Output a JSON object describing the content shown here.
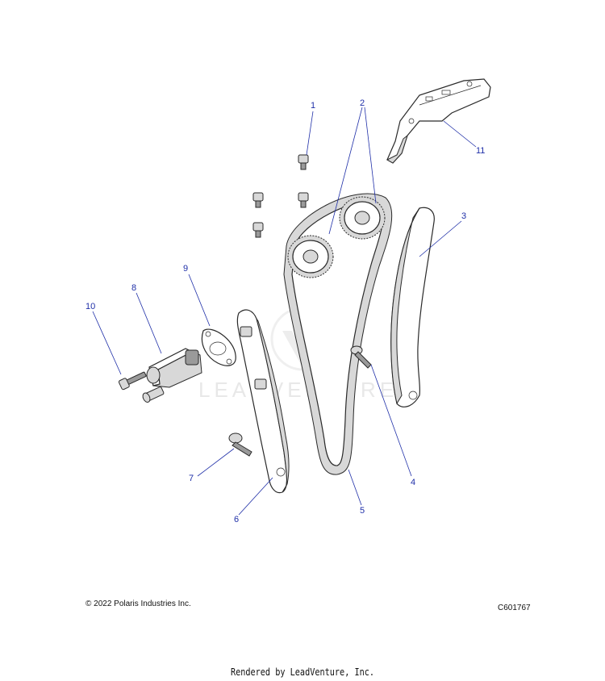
{
  "diagram": {
    "callouts": [
      {
        "num": "1"
      },
      {
        "num": "2"
      },
      {
        "num": "3"
      },
      {
        "num": "4"
      },
      {
        "num": "5"
      },
      {
        "num": "6"
      },
      {
        "num": "7"
      },
      {
        "num": "8"
      },
      {
        "num": "9"
      },
      {
        "num": "10"
      },
      {
        "num": "11"
      }
    ],
    "callout_color": "#1f2fa8",
    "watermark": "LEADVENTURE"
  },
  "footer": {
    "copyright": "© 2022 Polaris Industries Inc.",
    "diagram_id": "C601767",
    "rendered_by": "Rendered by LeadVenture, Inc."
  }
}
